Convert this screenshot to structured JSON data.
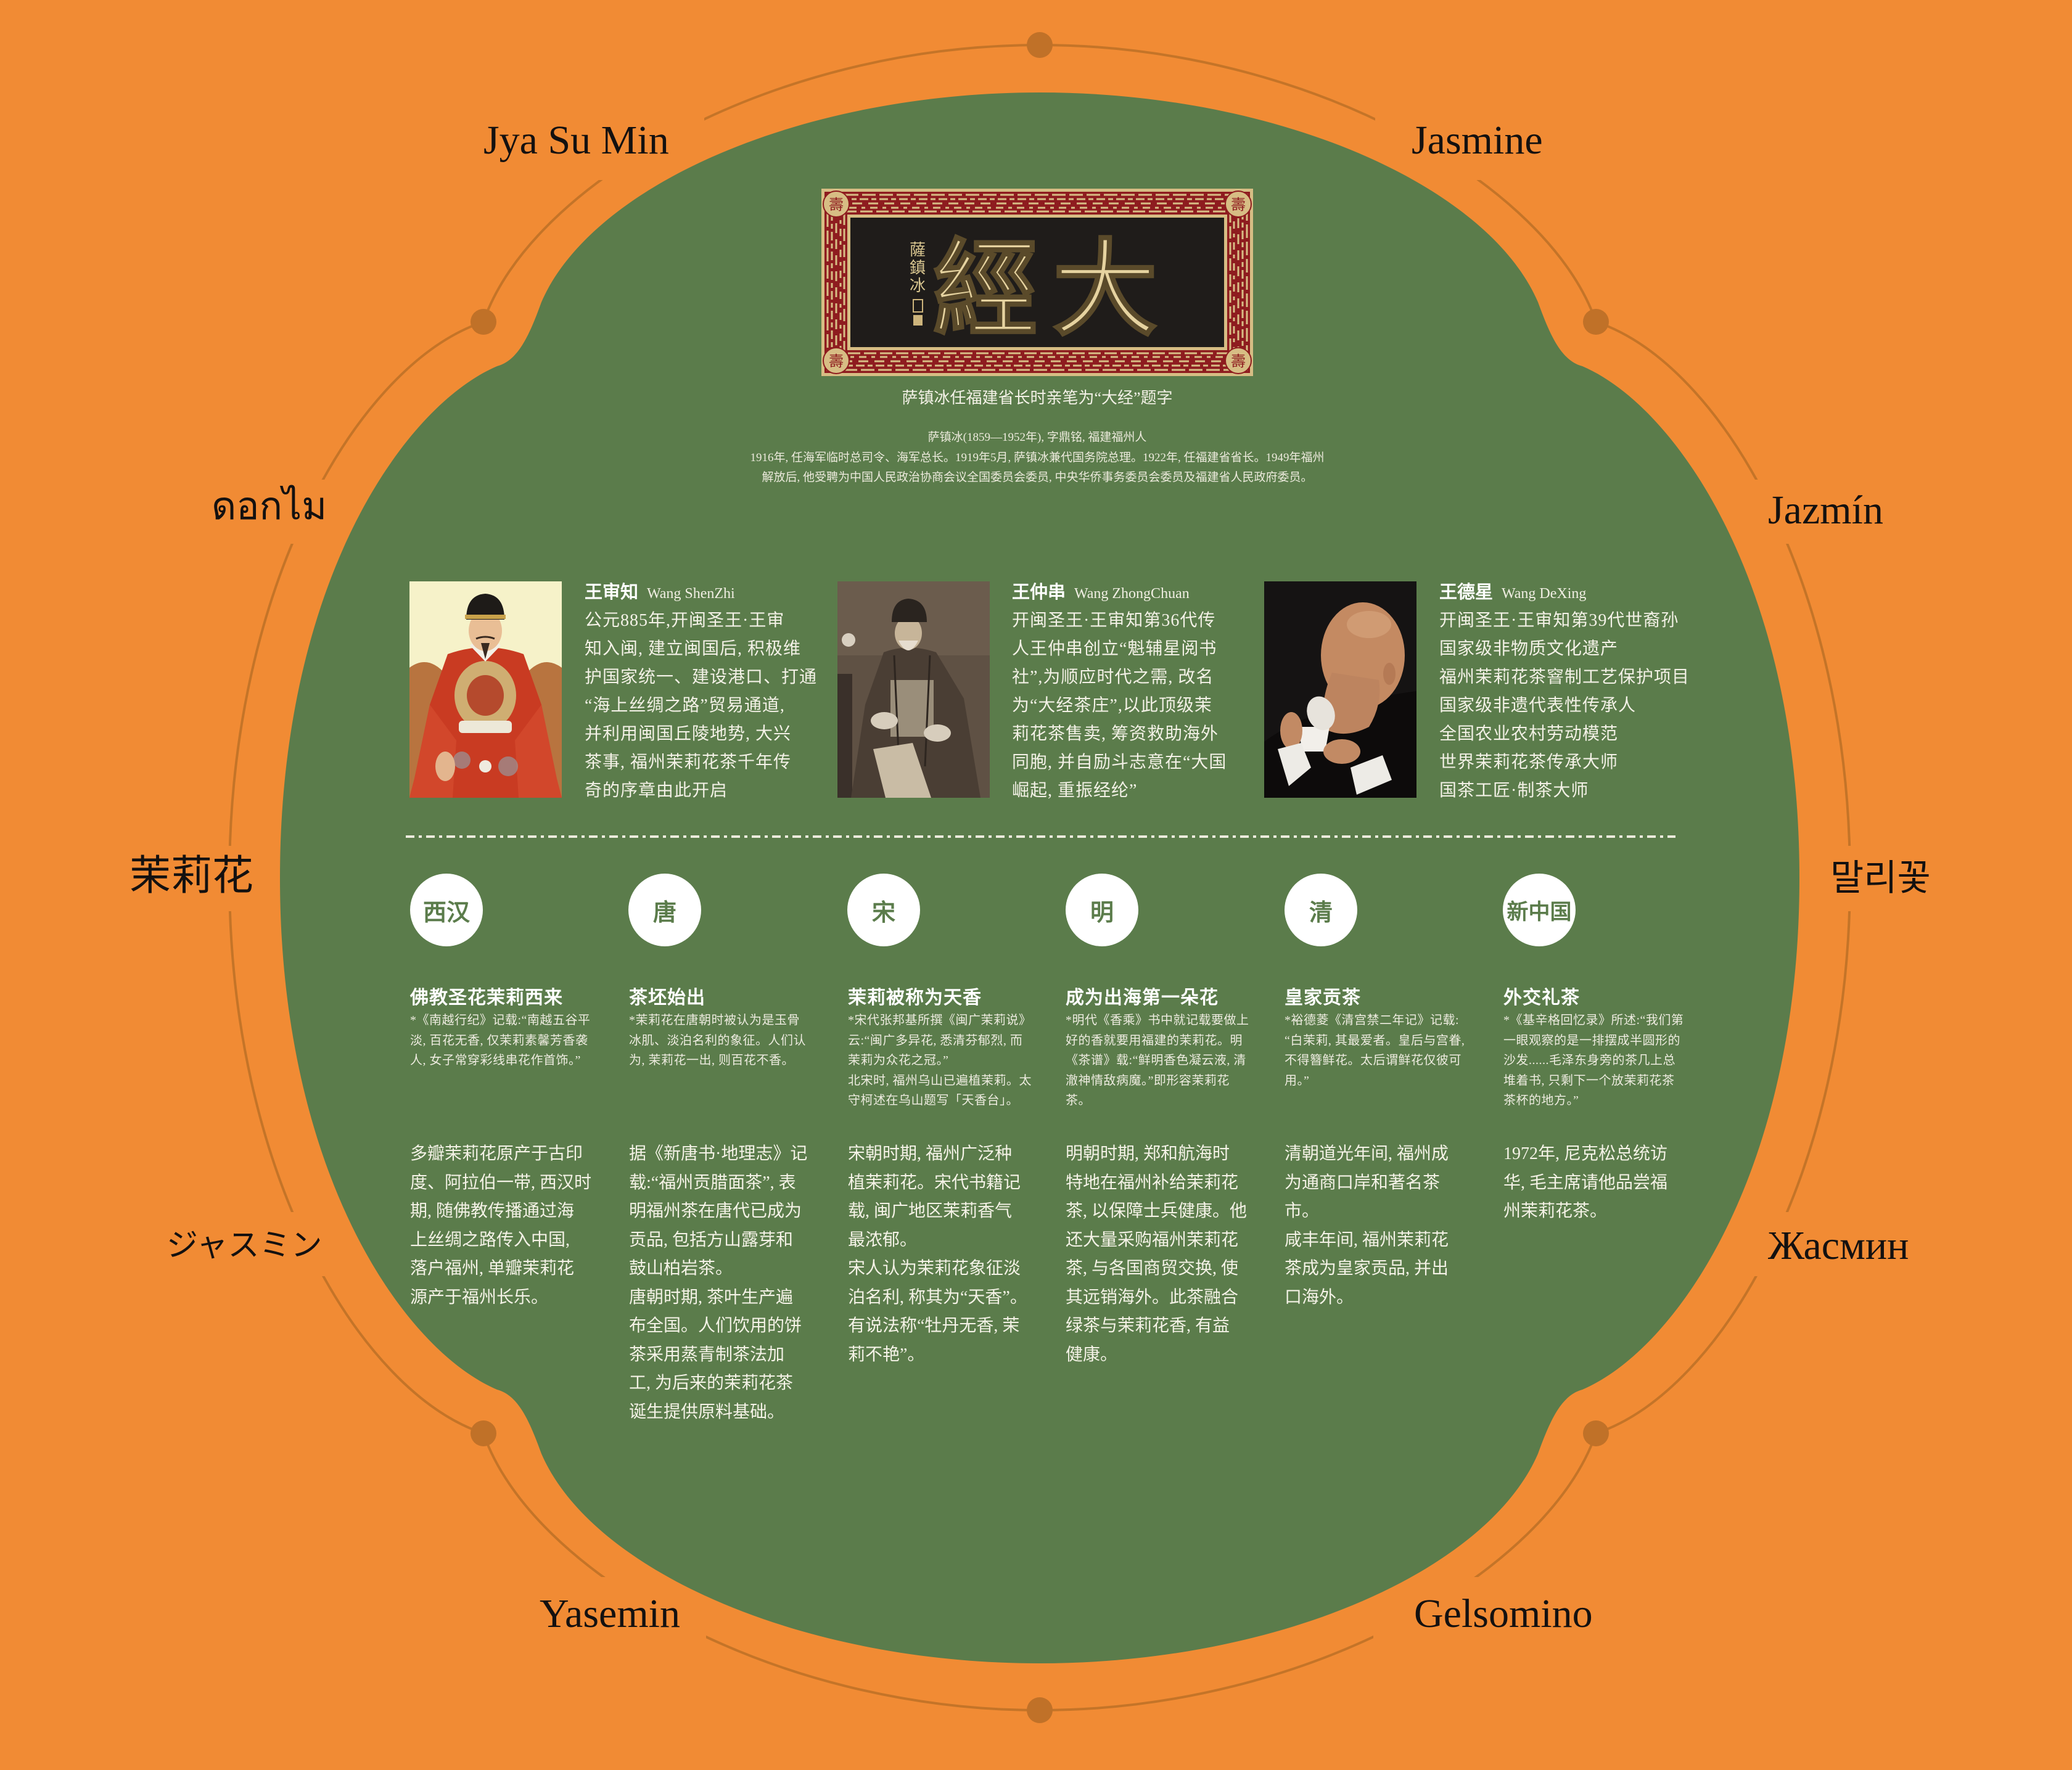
{
  "theme": {
    "background": "#F18B34",
    "panel": "#5B7C4B",
    "orbit_line": "#C47428",
    "orbit_dot": "#C07128",
    "text_light": "#F3F1E6"
  },
  "ring_labels": {
    "top_left": "Jya Su Min",
    "top_right": "Jasmine",
    "upper_left": "ดอกไม",
    "upper_right": "Jazmín",
    "middle_left": "茉莉花",
    "middle_right": "말리꽃",
    "lower_left": "ジャスミン",
    "lower_right": "Жасмин",
    "bottom_left": "Yasemin",
    "bottom_right": "Gelsomino"
  },
  "plaque": {
    "characters": [
      "大",
      "經"
    ],
    "signature": [
      "薩",
      "鎮",
      "冰"
    ],
    "corner_glyph": "壽",
    "caption": "萨镇冰任福建省长时亲笔为“大经”题字",
    "bio": [
      "萨镇冰(1859—1952年), 字鼎铭, 福建福州人",
      "1916年, 任海军临时总司令、海军总长。1919年5月, 萨镇冰兼代国务院总理。1922年, 任福建省省长。1949年福州",
      "解放后, 他受聘为中国人民政治协商会议全国委员会委员, 中央华侨事务委员会委员及福建省人民政府委员。"
    ]
  },
  "people": [
    {
      "name": "王审知",
      "name_en": "Wang ShenZhi",
      "bio": "公元885年,开闽圣王·王审\n知入闽, 建立闽国后, 积极维\n护国家统一、建设港口、打通\n“海上丝绸之路”贸易通道,\n并利用闽国丘陵地势, 大兴\n茶事, 福州茉莉花茶千年传\n奇的序章由此开启"
    },
    {
      "name": "王仲串",
      "name_en": "Wang ZhongChuan",
      "bio": "开闽圣王·王审知第36代传\n人王仲串创立“魁辅星阅书\n社”,为顺应时代之需, 改名\n为“大经茶庄”,以此顶级茉\n莉花茶售卖, 筹资救助海外\n同胞, 并自励斗志意在“大国\n崛起, 重振经纶”"
    },
    {
      "name": "王德星",
      "name_en": "Wang DeXing",
      "bio": "开闽圣王·王审知第39代世裔孙\n国家级非物质文化遗产\n福州茉莉花茶窨制工艺保护项目\n国家级非遗代表性传承人\n全国农业农村劳动模范\n世界茉莉花茶传承大师\n国茶工匠·制茶大师"
    }
  ],
  "timeline": [
    {
      "era": "西汉",
      "title": "佛教圣花茉莉西来",
      "note": "*《南越行纪》记载:“南越五谷平\n淡, 百花无香, 仅茉莉素馨芳香袭\n人, 女子常穿彩线串花作首饰。”",
      "body": "多瓣茉莉花原产于古印\n度、阿拉伯一带, 西汉时\n期, 随佛教传播通过海\n上丝绸之路传入中国,\n落户福州, 单瓣茉莉花\n源产于福州长乐。"
    },
    {
      "era": "唐",
      "title": "茶坯始出",
      "note": "*茉莉花在唐朝时被认为是玉骨\n冰肌、淡泊名利的象征。人们认\n为, 茉莉花一出, 则百花不香。",
      "body": "据《新唐书·地理志》记\n载:“福州贡腊面茶”, 表\n明福州茶在唐代已成为\n贡品, 包括方山露芽和\n鼓山柏岩茶。\n唐朝时期, 茶叶生产遍\n布全国。人们饮用的饼\n茶采用蒸青制茶法加\n工, 为后来的茉莉花茶\n诞生提供原料基础。"
    },
    {
      "era": "宋",
      "title": "茉莉被称为天香",
      "note": "*宋代张邦基所撰《闽广茉莉说》\n云:“闽广多异花, 悉清芬郁烈, 而\n茉莉为众花之冠。”\n北宋时, 福州乌山已遍植茉莉。太\n守柯述在乌山题写「天香台」。",
      "body": "宋朝时期, 福州广泛种\n植茉莉花。宋代书籍记\n载, 闽广地区茉莉香气\n最浓郁。\n宋人认为茉莉花象征淡\n泊名利, 称其为“天香”。\n有说法称“牡丹无香, 茉\n莉不艳”。"
    },
    {
      "era": "明",
      "title": "成为出海第一朵花",
      "note": "*明代《香乘》书中就记载要做上\n好的香就要用福建的茉莉花。明\n《茶谱》载:“鲜明香色凝云液, 清\n澈神情敌病魔。”即形容茉莉花\n茶。",
      "body": "明朝时期, 郑和航海时\n特地在福州补给茉莉花\n茶, 以保障士兵健康。他\n还大量采购福州茉莉花\n茶, 与各国商贸交换, 使\n其远销海外。此茶融合\n绿茶与茉莉花香, 有益\n健康。"
    },
    {
      "era": "清",
      "title": "皇家贡茶",
      "note": "*裕德菱《清宫禁二年记》记载:\n“白茉莉, 其最爱者。皇后与宫眷,\n不得簪鲜花。太后谓鲜花仅彼可\n用。”",
      "body": "清朝道光年间, 福州成\n为通商口岸和著名茶\n市。\n咸丰年间, 福州茉莉花\n茶成为皇家贡品, 并出\n口海外。"
    },
    {
      "era": "新中国",
      "title": "外交礼茶",
      "note": "*《基辛格回忆录》所述:“我们第\n一眼观察的是一排摆成半圆形的\n沙发......毛泽东身旁的茶几上总\n堆着书, 只剩下一个放茉莉花茶\n茶杯的地方。”",
      "body": "1972年, 尼克松总统访\n华, 毛主席请他品尝福\n州茉莉花茶。"
    }
  ]
}
